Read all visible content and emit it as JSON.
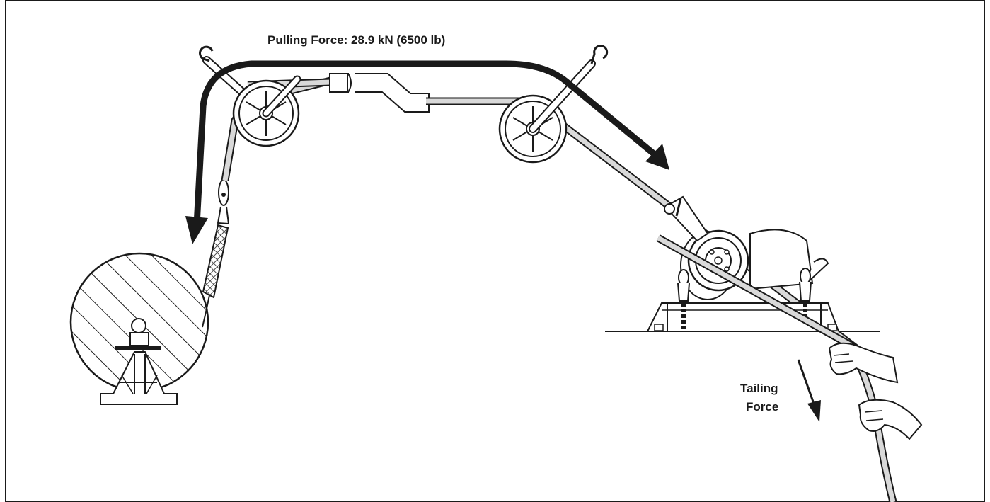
{
  "labels": {
    "pulling_force": "Pulling Force: 28.9 kN (6500 lb)",
    "tailing_line1": "Tailing",
    "tailing_line2": "Force"
  },
  "colors": {
    "ink": "#1a1a1a",
    "rope": "#d9d9d9",
    "arrow": "#1a1a1a",
    "paper": "#ffffff"
  }
}
